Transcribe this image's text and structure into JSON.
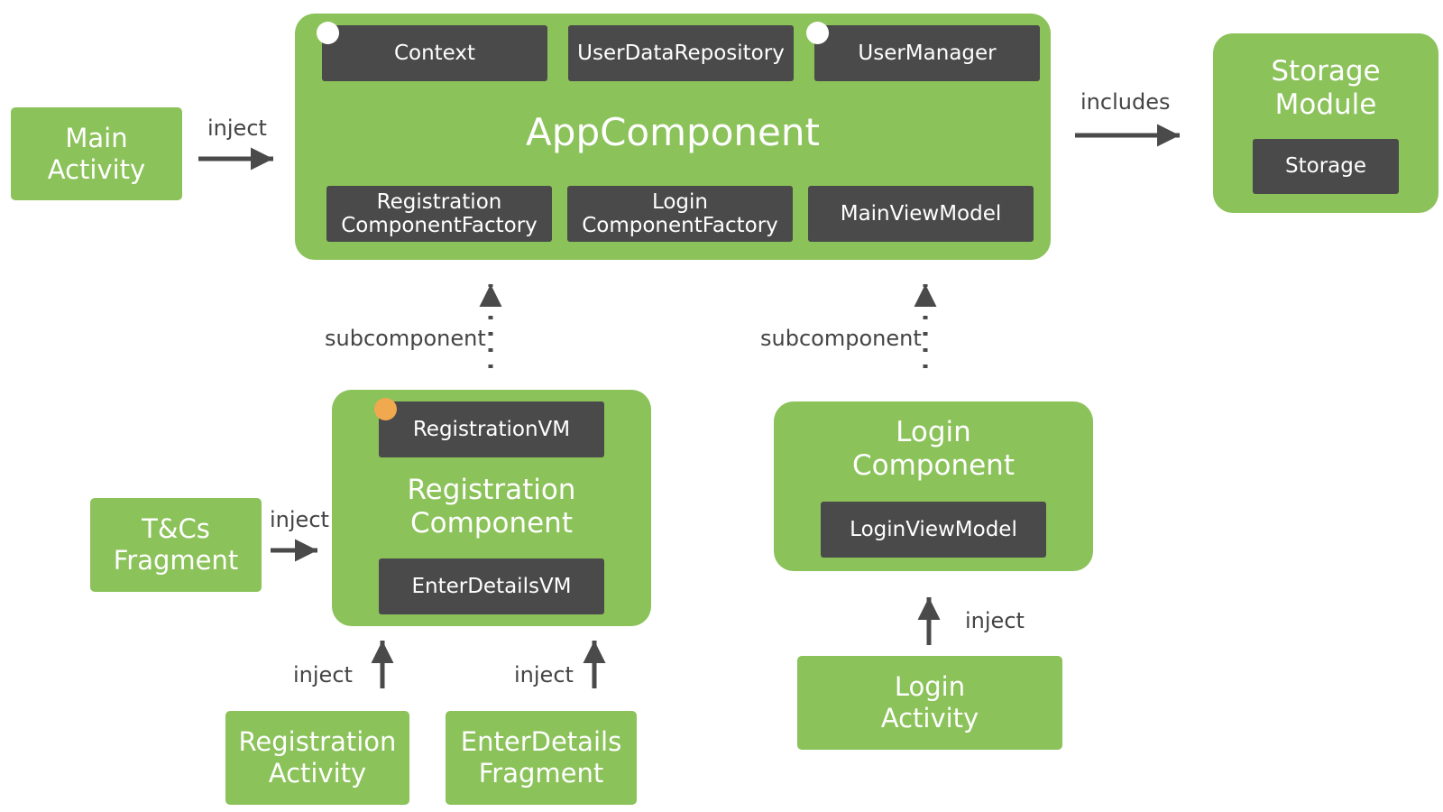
{
  "nodes": {
    "main_activity": "Main\nActivity",
    "tcs_fragment": "T&Cs\nFragment",
    "registration_activity": "Registration\nActivity",
    "enter_details_fragment": "EnterDetails\nFragment",
    "login_activity": "Login\nActivity"
  },
  "app_component": {
    "title": "AppComponent",
    "top_items": [
      "Context",
      "UserDataRepository",
      "UserManager"
    ],
    "bottom_items": [
      "Registration\nComponentFactory",
      "Login\nComponentFactory",
      "MainViewModel"
    ]
  },
  "storage_module": {
    "title": "Storage\nModule",
    "items": [
      "Storage"
    ]
  },
  "registration_component": {
    "title": "Registration\nComponent",
    "items": [
      "RegistrationVM",
      "EnterDetailsVM"
    ]
  },
  "login_component": {
    "title": "Login\nComponent",
    "items": [
      "LoginViewModel"
    ]
  },
  "edges": {
    "inject_main": "inject",
    "includes": "includes",
    "subcomponent_registration": "subcomponent",
    "subcomponent_login": "subcomponent",
    "inject_tcs": "inject",
    "inject_registration_activity": "inject",
    "inject_enter_details": "inject",
    "inject_login_activity": "inject"
  },
  "colors": {
    "box_green": "#8bc25a",
    "chip_dark": "#4a4a4a",
    "arrow": "#4a4a4a",
    "label_text": "#444444",
    "scope_dot_app": "#ffffff",
    "scope_dot_activity": "#f0a94e"
  }
}
